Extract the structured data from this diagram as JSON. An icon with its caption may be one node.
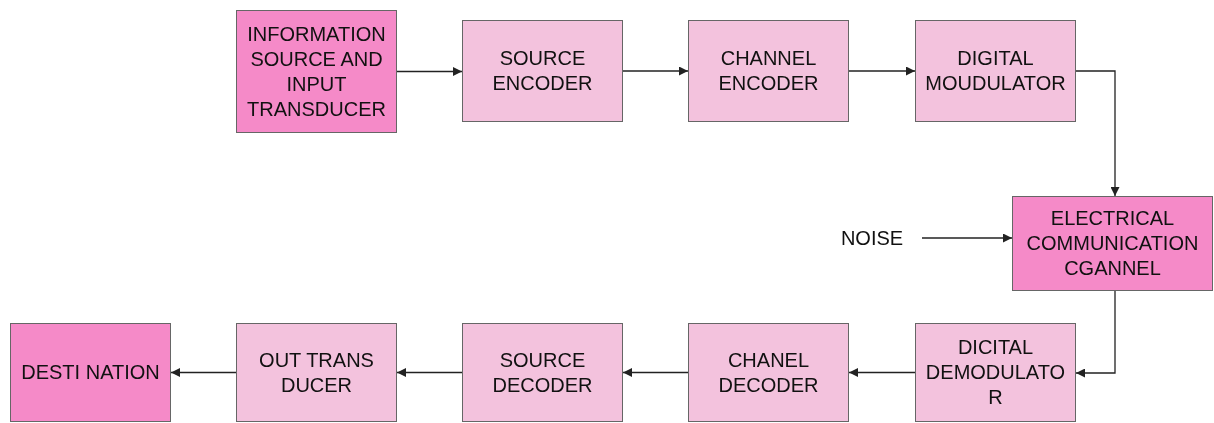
{
  "diagram": {
    "nodes": [
      {
        "text": [
          "INFORMATION SOURCE AND INPUT TRANSDUCER"
        ]
      },
      {
        "text": [
          "SOURCE ENCODER"
        ]
      },
      {
        "text": [
          "CHANNEL ENCODER"
        ]
      },
      {
        "text": [
          "DIGITAL MOUDULATOR"
        ]
      },
      {
        "text": [
          "NOISE"
        ]
      },
      {
        "text": [
          "ELECTRICAL COMMUNICATION CGANNEL"
        ]
      },
      {
        "text": [
          "DICITAL DEMODULATO R"
        ]
      },
      {
        "text": [
          "CHANEL DECODER"
        ]
      },
      {
        "text": [
          "SOURCE DECODER"
        ]
      },
      {
        "text": [
          "OUT TRANS DUCER"
        ]
      },
      {
        "text": [
          "DESTI NATION"
        ]
      }
    ],
    "edges": [
      {
        "from": 0,
        "to": 1,
        "arrow": "to"
      },
      {
        "from": 1,
        "to": 2,
        "arrow": "to"
      },
      {
        "from": 2,
        "to": 3,
        "arrow": "to"
      },
      {
        "from": 3,
        "to": 5,
        "arrow": "to"
      },
      {
        "from": 4,
        "to": 5,
        "arrow": "to"
      },
      {
        "from": 5,
        "to": 6,
        "arrow": "to"
      },
      {
        "from": 6,
        "to": 7,
        "arrow": "to"
      },
      {
        "from": 7,
        "to": 8,
        "arrow": "to"
      },
      {
        "from": 8,
        "to": 9,
        "arrow": "to"
      },
      {
        "from": 9,
        "to": 10,
        "arrow": "to"
      }
    ]
  }
}
